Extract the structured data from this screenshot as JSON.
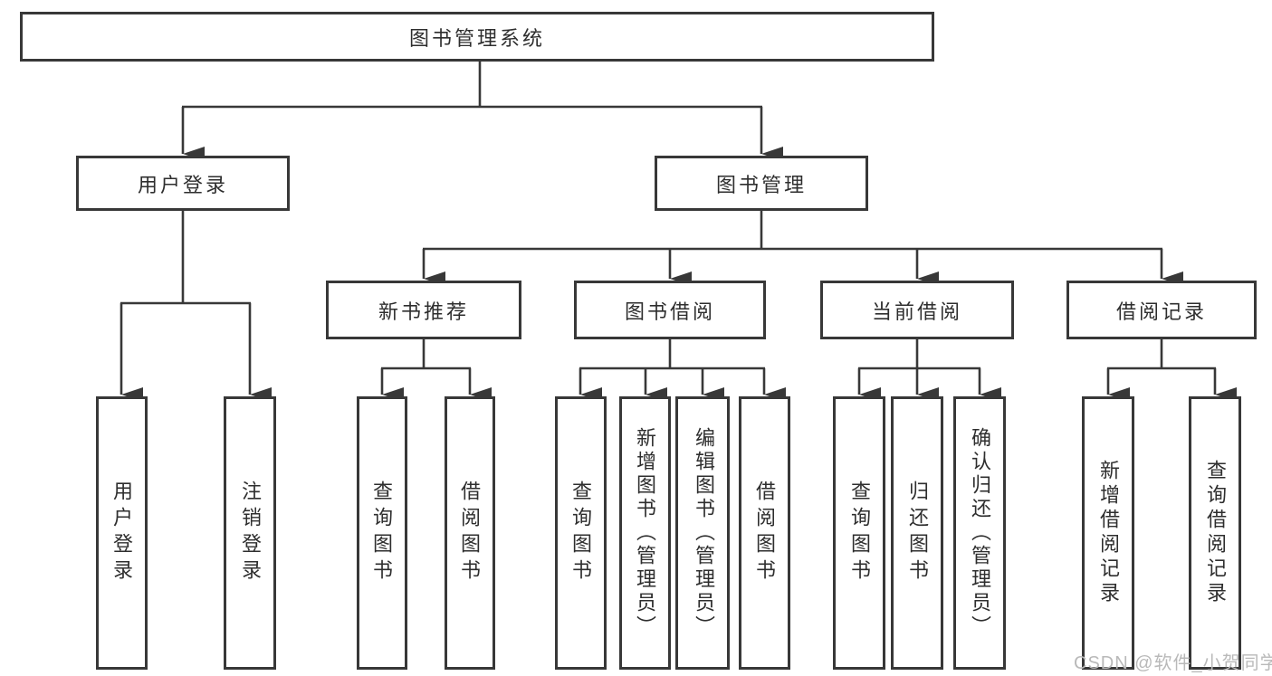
{
  "tree": {
    "label": "图书管理系统",
    "children": [
      {
        "label": "用户登录",
        "children": [
          {
            "label": "用户登录"
          },
          {
            "label": "注销登录"
          }
        ]
      },
      {
        "label": "图书管理",
        "children": [
          {
            "label": "新书推荐",
            "children": [
              {
                "label": "查询图书"
              },
              {
                "label": "借阅图书"
              }
            ]
          },
          {
            "label": "图书借阅",
            "children": [
              {
                "label": "查询图书"
              },
              {
                "label": "新增图书（管理员）"
              },
              {
                "label": "编辑图书（管理员）"
              },
              {
                "label": "借阅图书"
              }
            ]
          },
          {
            "label": "当前借阅",
            "children": [
              {
                "label": "查询图书"
              },
              {
                "label": "归还图书"
              },
              {
                "label": "确认归还（管理员）"
              }
            ]
          },
          {
            "label": "借阅记录",
            "children": [
              {
                "label": "新增借阅记录"
              },
              {
                "label": "查询借阅记录"
              }
            ]
          }
        ]
      }
    ]
  },
  "watermark": "CSDN @软件_小贺同学",
  "line_color": "#383838"
}
